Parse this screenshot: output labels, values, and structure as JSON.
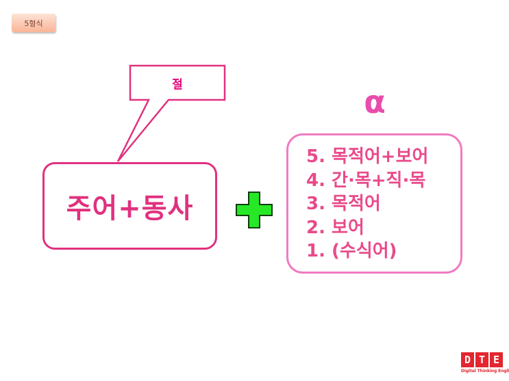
{
  "badge": {
    "label": "5형식"
  },
  "callout": {
    "label": "절"
  },
  "main_box": {
    "label": "주어+동사"
  },
  "alpha": {
    "symbol": "α"
  },
  "list": {
    "items": [
      "5. 목적어+보어",
      "4. 간·목+직·목",
      "3. 목적어",
      "2. 보어",
      "1. (수식어)"
    ]
  },
  "logo": {
    "letters": [
      "D",
      "T",
      "E"
    ],
    "tagline": "Digital Thinking English"
  },
  "colors": {
    "accent_pink": "#e0317f",
    "list_border": "#f07ac1",
    "plus_green": "#27e827",
    "logo_red": "#e3262f"
  }
}
